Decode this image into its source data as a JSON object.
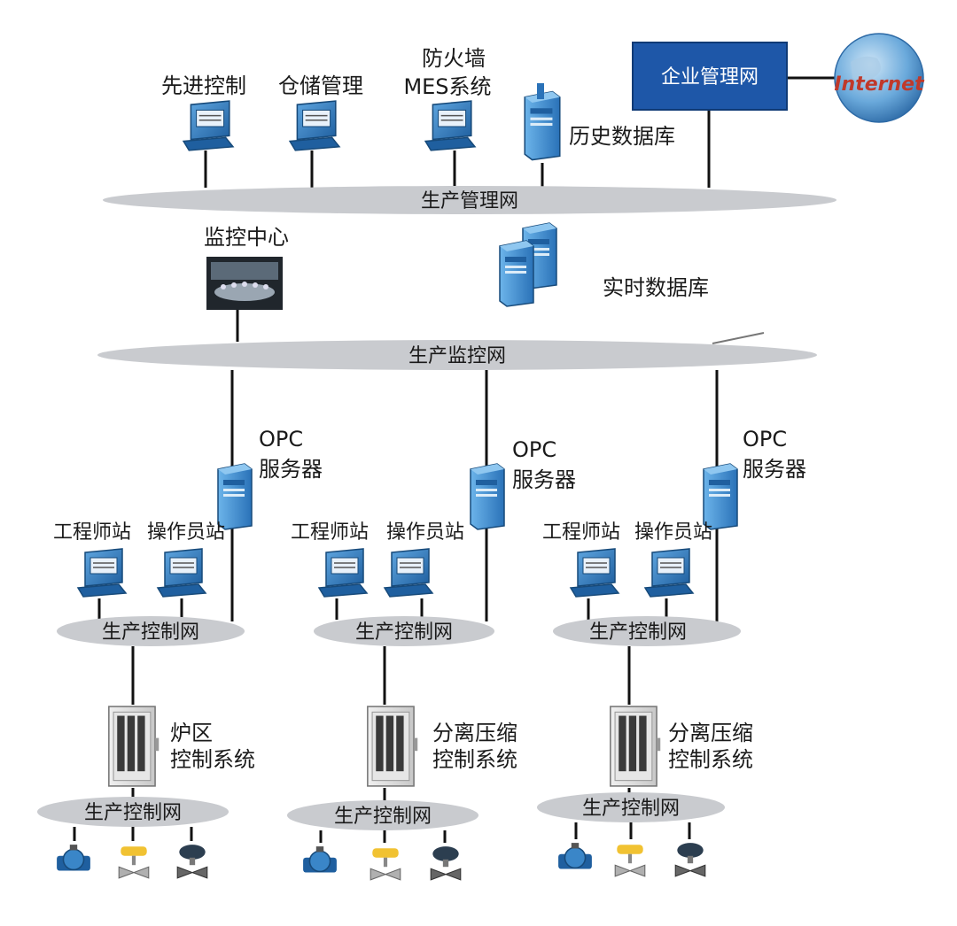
{
  "top_nodes": {
    "advanced_control": "先进控制",
    "warehouse": "仓储管理",
    "firewall": "防火墙",
    "mes": "MES系统",
    "history_db": "历史数据库",
    "enterprise_net": "企业管理网",
    "internet": "Internet"
  },
  "networks": {
    "production_management": "生产管理网",
    "production_monitoring": "生产监控网",
    "production_control": "生产控制网"
  },
  "middle_nodes": {
    "monitoring_center": "监控中心",
    "realtime_db": "实时数据库"
  },
  "cells": [
    {
      "opc_1": "OPC",
      "opc_2": "服务器",
      "engineer": "工程师站",
      "operator": "操作员站",
      "control_net": "生产控制网",
      "system_1": "炉区",
      "system_2": "控制系统",
      "field_net": "生产控制网"
    },
    {
      "opc_1": "OPC",
      "opc_2": "服务器",
      "engineer": "工程师站",
      "operator": "操作员站",
      "control_net": "生产控制网",
      "system_1": "分离压缩",
      "system_2": "控制系统",
      "field_net": "生产控制网"
    },
    {
      "opc_1": "OPC",
      "opc_2": "服务器",
      "engineer": "工程师站",
      "operator": "操作员站",
      "control_net": "生产控制网",
      "system_1": "分离压缩",
      "system_2": "控制系统",
      "field_net": "生产控制网"
    }
  ],
  "colors": {
    "device_blue": "#1f6fb5",
    "enterprise_box": "#1e57a8",
    "bus_gray": "#c9cbcf",
    "globe_blue": "#3a86c8",
    "internet_red": "#c0392b"
  },
  "icons": [
    "workstation-icon",
    "server-tower-icon",
    "video-wall-icon",
    "controller-cabinet-icon",
    "flowmeter-icon",
    "control-valve-icon",
    "actuator-valve-icon",
    "globe-icon"
  ]
}
